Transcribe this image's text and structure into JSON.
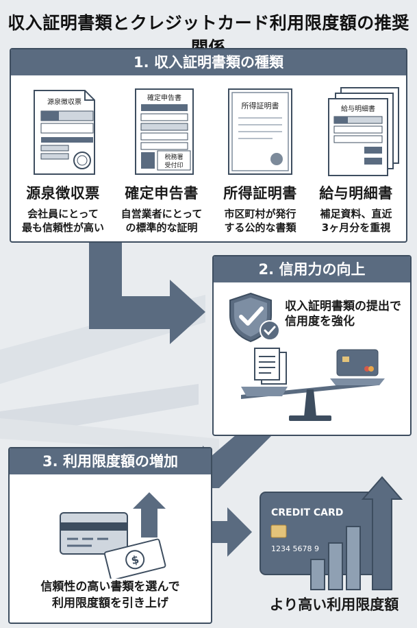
{
  "title": "収入証明書類とクレジットカード利用限度額の推奨関係",
  "section1": {
    "header": "1. 収入証明書類の種類",
    "documents": [
      {
        "name": "源泉徴収票",
        "doc_label": "源泉徴収票",
        "description_line1": "会社員にとって",
        "description_line2": "最も信頼性が高い",
        "icon": "withholding-slip-icon"
      },
      {
        "name": "確定申告書",
        "doc_label": "確定申告書",
        "stamp_line1": "税務署",
        "stamp_line2": "受付印",
        "description_line1": "自営業者にとって",
        "description_line2": "の標準的な証明",
        "icon": "tax-return-icon"
      },
      {
        "name": "所得証明書",
        "doc_label": "所得証明書",
        "description_line1": "市区町村が発行",
        "description_line2": "する公的な書類",
        "icon": "income-certificate-icon"
      },
      {
        "name": "給与明細書",
        "doc_label": "給与明細書",
        "description_line1": "補足資料、直近",
        "description_line2": "3ヶ月分を重視",
        "icon": "payslip-stack-icon"
      }
    ]
  },
  "section2": {
    "header": "2. 信用力の向上",
    "text_line1": "収入証明書類の提出で",
    "text_line2": "信用度を強化"
  },
  "section3": {
    "header": "3. 利用限度額の増加",
    "text_line1": "信頼性の高い書類を選んで",
    "text_line2": "利用限度額を引き上げ"
  },
  "result": {
    "card_label": "CREDIT CARD",
    "card_number": "1234  5678  9",
    "label": "より高い利用限度額"
  },
  "colors": {
    "header": "#5a6b80",
    "border": "#3d4d5f",
    "arrow": "#5a6b80",
    "background": "#e9ecef"
  }
}
